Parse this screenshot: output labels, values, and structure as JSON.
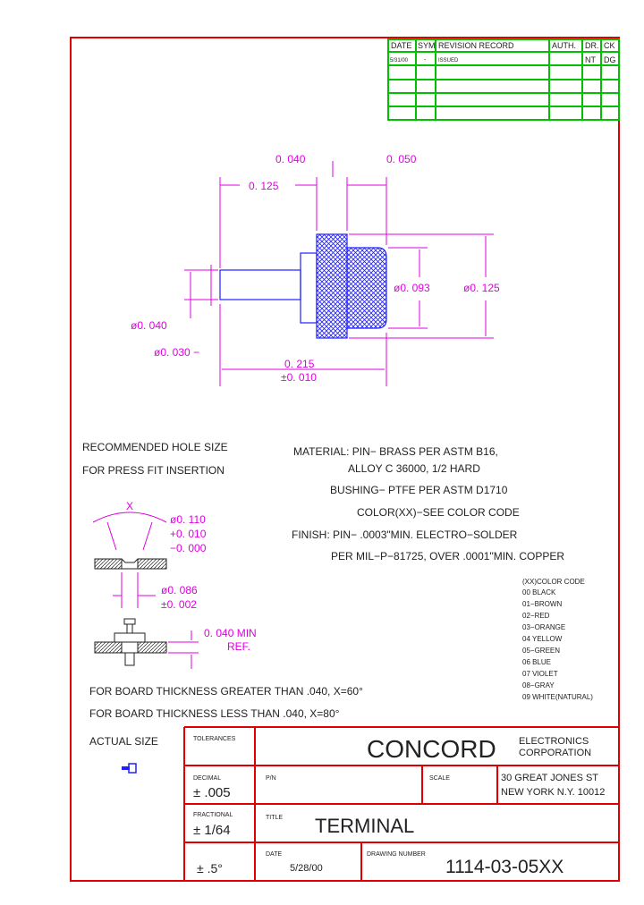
{
  "revision_block": {
    "headers": [
      "DATE",
      "SYM",
      "REVISION RECORD",
      "AUTH.",
      "DR.",
      "CK"
    ],
    "rows": [
      [
        "5/31/00",
        "-",
        "ISSUED",
        "",
        "NT",
        "DG"
      ]
    ]
  },
  "dimensions": {
    "top_left": "0. 040",
    "top_right": "0. 050",
    "pin_length": "0. 125",
    "dia_body": "ø0. 093",
    "dia_head": "ø0. 125",
    "dia_pin": "ø0. 040",
    "dia_tip": "ø0. 030 −",
    "overall_length": "0. 215",
    "overall_tol": "±0. 010"
  },
  "notes": {
    "hole_size_1": "RECOMMENDED HOLE SIZE",
    "hole_size_2": "FOR PRESS FIT INSERTION",
    "material_1": "MATERIAL: PIN− BRASS PER ASTM B16,",
    "material_2": "ALLOY C 36000, 1/2 HARD",
    "material_3": "BUSHING− PTFE PER ASTM D1710",
    "material_4": "COLOR(XX)−SEE COLOR CODE",
    "finish_1": "FINISH: PIN− .0003\"MIN. ELECTRO−SOLDER",
    "finish_2": "PER MIL−P−81725, OVER .0001\"MIN. COPPER",
    "board_1": "FOR BOARD THICKNESS GREATER THAN .040, X=60°",
    "board_2": "FOR BOARD THICKNESS LESS THAN .040, X=80°"
  },
  "hole_detail": {
    "x_label": "X",
    "hole_dia": "ø0. 110",
    "hole_plus": "+0. 010",
    "hole_minus": "−0. 000",
    "pin_dia": "ø0. 086",
    "pin_tol": "±0. 002",
    "board_min": "0. 040 MIN",
    "board_ref": "REF."
  },
  "color_code": {
    "title": "(XX)COLOR CODE",
    "items": [
      "00 BLACK",
      "01−BROWN",
      "02−RED",
      "03−ORANGE",
      "04 YELLOW",
      "05−GREEN",
      "06 BLUE",
      "07 VIOLET",
      "08−GRAY",
      "09 WHITE(NATURAL)"
    ]
  },
  "title_block": {
    "actual_size": "ACTUAL SIZE",
    "tolerances": "TOLERANCES",
    "company_1": "CONCORD",
    "company_2": "ELECTRONICS",
    "company_3": "CORPORATION",
    "decimal_label": "DECIMAL",
    "decimal_value": "± .005",
    "pn_label": "P/N",
    "scale_label": "SCALE",
    "address_1": "30 GREAT JONES ST",
    "address_2": "NEW YORK N.Y. 10012",
    "fractional_label": "FRACTIONAL",
    "fractional_value": "± 1/64",
    "title_label": "TITLE",
    "title_value": "TERMINAL",
    "angular_value": "± .5°",
    "date_label": "DATE",
    "date_value": "5/28/00",
    "drawing_number_label": "DRAWING NUMBER",
    "drawing_number": "1114-03-05XX"
  },
  "colors": {
    "border": "#e00000",
    "revision_grid": "#00c000",
    "dimension": "#e000e0",
    "part": "#2020ff",
    "text": "#222222"
  }
}
